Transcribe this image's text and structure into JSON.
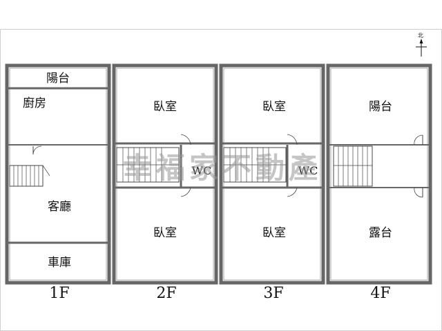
{
  "watermark": "幸福家不動產",
  "north": {
    "label": "北"
  },
  "floors": [
    {
      "label": "1F",
      "rooms": [
        "陽台",
        "廚房",
        "客廳",
        "車庫"
      ]
    },
    {
      "label": "2F",
      "rooms": [
        "臥室",
        "臥室"
      ],
      "wc": "WC"
    },
    {
      "label": "3F",
      "rooms": [
        "臥室",
        "臥室"
      ],
      "wc": "WC"
    },
    {
      "label": "4F",
      "rooms": [
        "陽台",
        "露台"
      ]
    }
  ]
}
